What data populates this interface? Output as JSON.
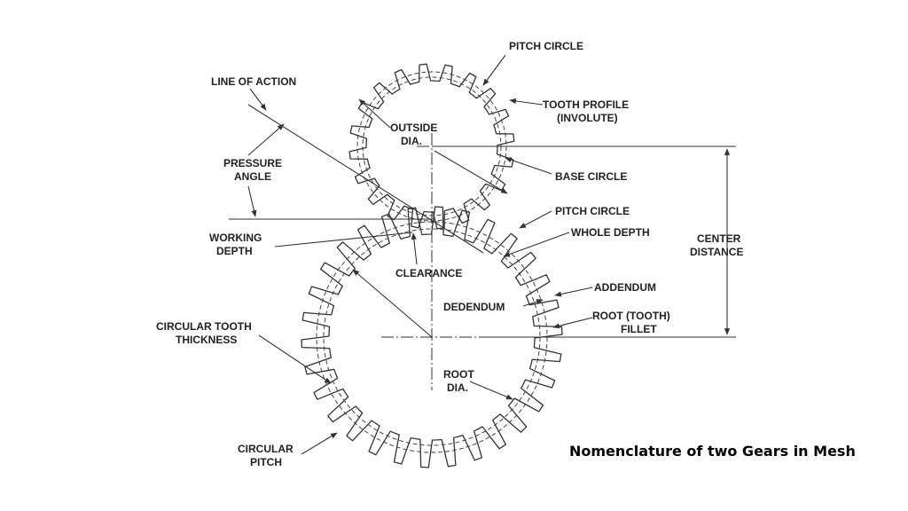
{
  "caption": "Nomenclature of two Gears in Mesh",
  "labels": {
    "pitch_circle_top": "PITCH CIRCLE",
    "line_of_action": "LINE OF ACTION",
    "tooth_profile_1": "TOOTH PROFILE",
    "tooth_profile_2": "(INVOLUTE)",
    "outside_dia_1": "OUTSIDE",
    "outside_dia_2": "DIA.",
    "pressure_angle_1": "PRESSURE",
    "pressure_angle_2": "ANGLE",
    "base_circle": "BASE CIRCLE",
    "pitch_circle_bottom": "PITCH CIRCLE",
    "whole_depth": "WHOLE DEPTH",
    "center_distance_1": "CENTER",
    "center_distance_2": "DISTANCE",
    "working_depth_1": "WORKING",
    "working_depth_2": "DEPTH",
    "clearance": "CLEARANCE",
    "addendum": "ADDENDUM",
    "dedendum": "DEDENDUM",
    "root_fillet_1": "ROOT (TOOTH)",
    "root_fillet_2": "FILLET",
    "circular_tooth_thickness_1": "CIRCULAR TOOTH",
    "circular_tooth_thickness_2": "THICKNESS",
    "root_dia_1": "ROOT",
    "root_dia_2": "DIA.",
    "circular_pitch_1": "CIRCULAR",
    "circular_pitch_2": "PITCH"
  }
}
